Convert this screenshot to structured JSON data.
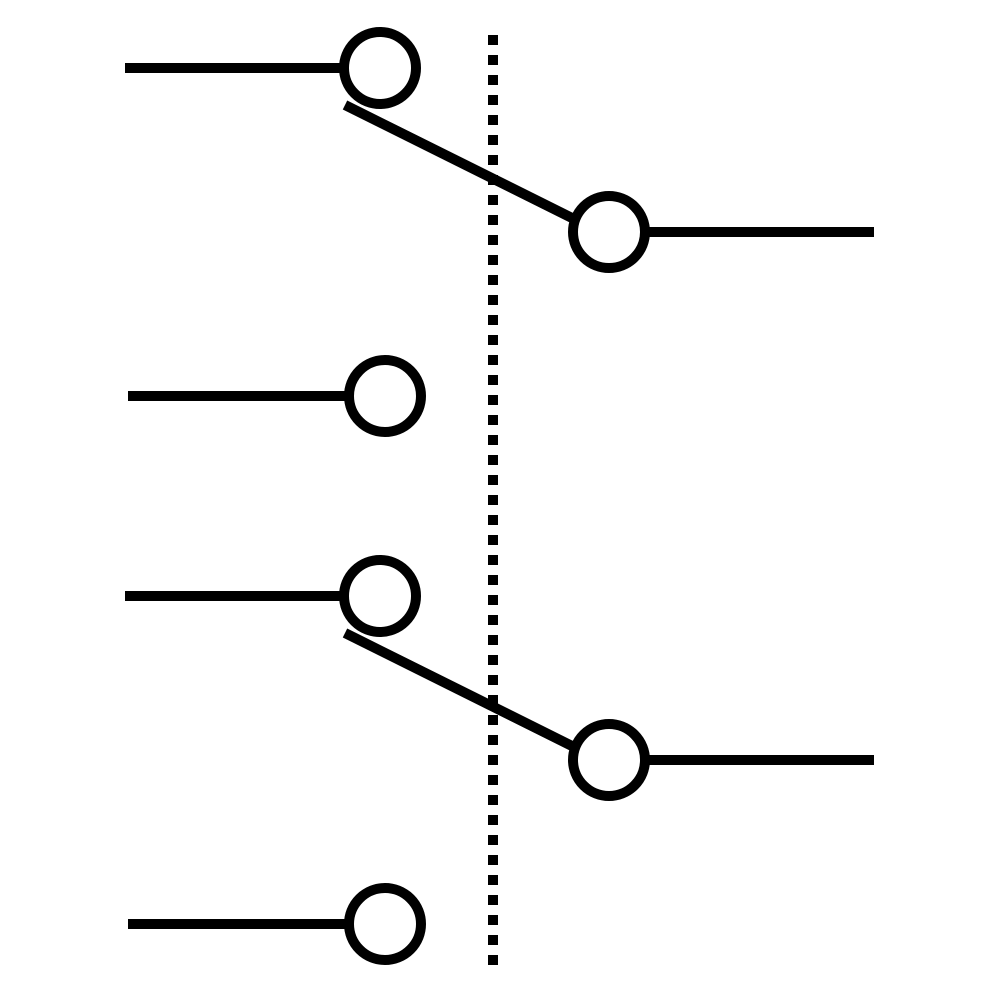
{
  "colors": {
    "stroke": "#000000",
    "background": "#ffffff"
  },
  "poles": [
    {
      "name": "pole-1",
      "position": "upper-throw"
    },
    {
      "name": "pole-2",
      "position": "upper-throw"
    }
  ]
}
